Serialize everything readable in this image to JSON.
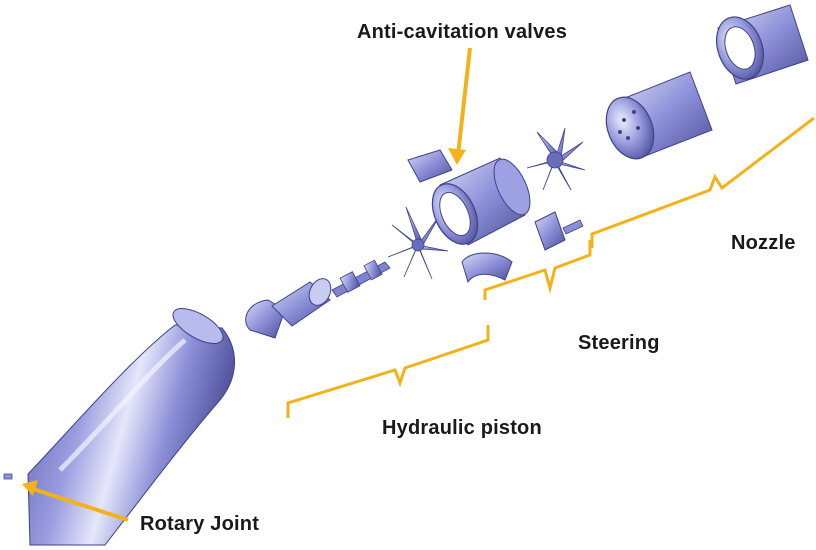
{
  "labels": {
    "anti_cavitation": "Anti-cavitation valves",
    "nozzle": "Nozzle",
    "steering": "Steering",
    "hydraulic_piston": "Hydraulic piston",
    "rotary_joint": "Rotary Joint"
  },
  "colors": {
    "part_fill": "#8b8fd6",
    "part_light": "#d4d6f4",
    "part_dark": "#4b4e98",
    "bracket": "#f2b21b",
    "text": "#1a1a1a"
  }
}
